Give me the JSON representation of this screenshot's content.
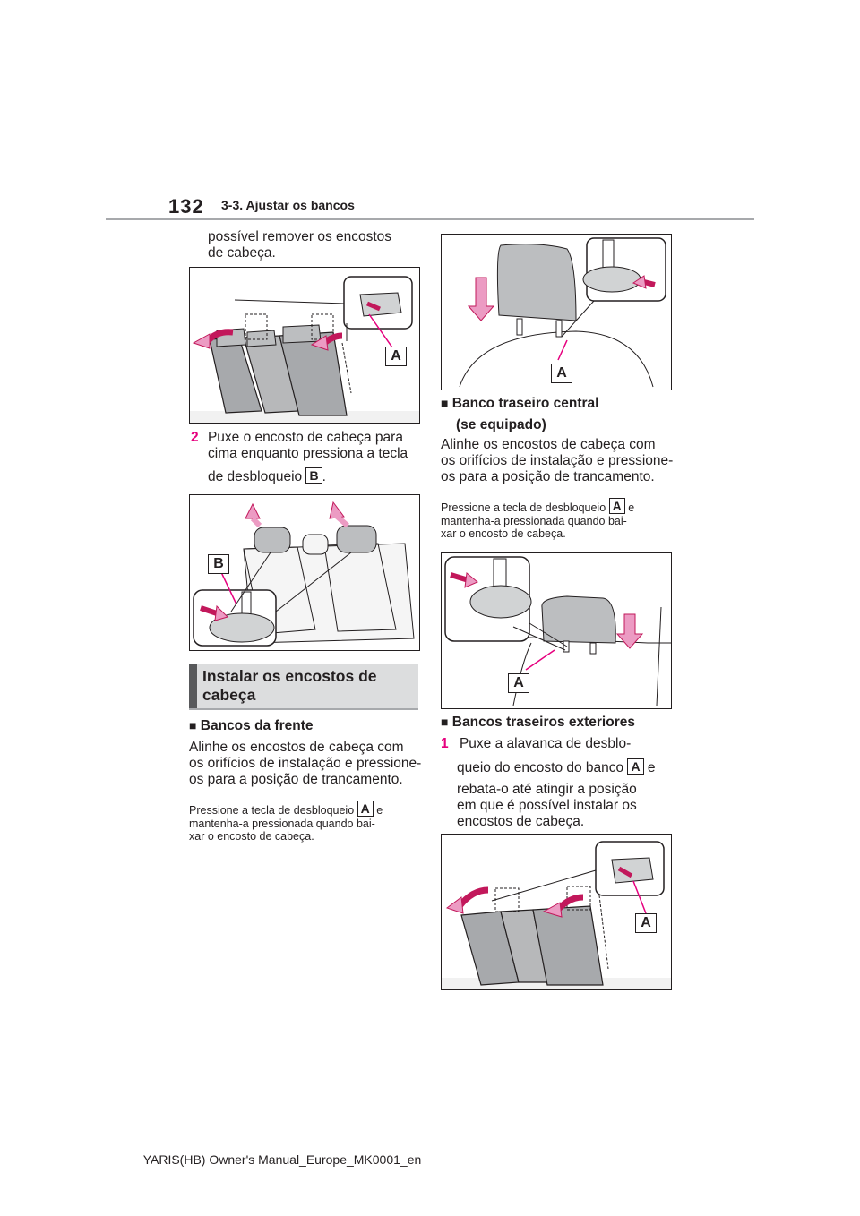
{
  "header": {
    "page_number": "132",
    "section": "3-3. Ajustar os bancos"
  },
  "left": {
    "intro_line1": "possível remover os encostos",
    "intro_line2": "de cabeça.",
    "fig1_callout": "A",
    "step2_num": "2",
    "step2_line1": "Puxe o encosto de cabeça para",
    "step2_line2": "cima enquanto pressiona a tecla",
    "step2_line3": "de desbloqueio",
    "step2_key": "B",
    "fig2_callout": "B",
    "heading_line1": "Instalar os encostos de",
    "heading_line2": "cabeça",
    "front_title": "Bancos da frente",
    "front_line1": "Alinhe os encostos de cabeça com",
    "front_line2": "os orifícios de instalação e pressione-",
    "front_line3": "os para a posição de trancamento.",
    "front_note1": "Pressione a tecla de desbloqueio",
    "front_note_key": "A",
    "front_note1_end": "e",
    "front_note2": "mantenha-a pressionada quando bai-",
    "front_note3": "xar o encosto de cabeça."
  },
  "right": {
    "fig3_callout": "A",
    "center_title_line1": "Banco traseiro central",
    "center_title_line2": "(se equipado)",
    "center_line1": "Alinhe os encostos de cabeça com",
    "center_line2": "os orifícios de instalação e pressione-",
    "center_line3": "os para a posição de trancamento.",
    "center_note1": "Pressione a tecla de desbloqueio",
    "center_note_key": "A",
    "center_note1_end": "e",
    "center_note2": "mantenha-a pressionada quando bai-",
    "center_note3": "xar o encosto de cabeça.",
    "fig4_callout": "A",
    "outer_title": "Bancos traseiros exteriores",
    "step1_num": "1",
    "step1_line1": "Puxe a alavanca de desblo-",
    "step1_line2": "queio do encosto do banco",
    "step1_key": "A",
    "step1_line2_end": "e",
    "step1_line3": "rebata-o até atingir a posição",
    "step1_line4": "em que é possível instalar os",
    "step1_line5": "encostos de cabeça.",
    "fig5_callout": "A"
  },
  "footer": {
    "text": "YARIS(HB) Owner's Manual_Europe_MK0001_en"
  },
  "colors": {
    "arrow_pink": "#ec9bc3",
    "arrow_stroke": "#c2185b",
    "heading_bg": "#dcddde",
    "heading_bar": "#58595b",
    "rule_gray": "#a7a9ac"
  },
  "icons": {
    "bullet": "square-bullet-icon"
  }
}
